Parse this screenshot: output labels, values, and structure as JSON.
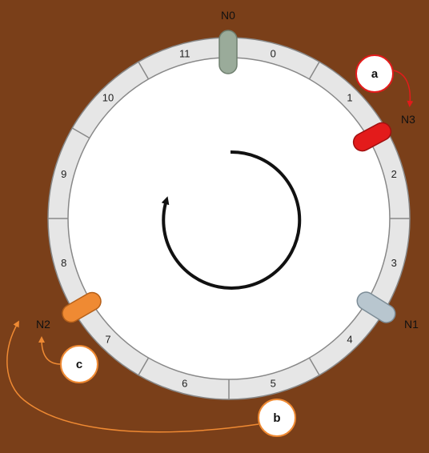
{
  "ring": {
    "segments": [
      "0",
      "1",
      "2",
      "3",
      "4",
      "5",
      "6",
      "7",
      "8",
      "9",
      "10",
      "11"
    ],
    "colors": {
      "background": "#7a3f19",
      "ring_fill": "#e6e6e6",
      "ring_stroke": "#888888",
      "inner_fill": "#ffffff",
      "arrow": "#111111"
    }
  },
  "nodes": [
    {
      "id": "n0",
      "label": "N0",
      "color": "#9aab9a"
    },
    {
      "id": "n3",
      "label": "N3",
      "color": "#e31b1b"
    },
    {
      "id": "n1",
      "label": "N1",
      "color": "#b8c6cf"
    },
    {
      "id": "n2",
      "label": "N2",
      "color": "#ef8a33"
    }
  ],
  "callouts": [
    {
      "id": "a",
      "letter": "a",
      "color": "#e31b1b",
      "target": "N3"
    },
    {
      "id": "b",
      "letter": "b",
      "color": "#ef8a33",
      "target": "N2"
    },
    {
      "id": "c",
      "letter": "c",
      "color": "#ef8a33",
      "target": "N2"
    }
  ]
}
